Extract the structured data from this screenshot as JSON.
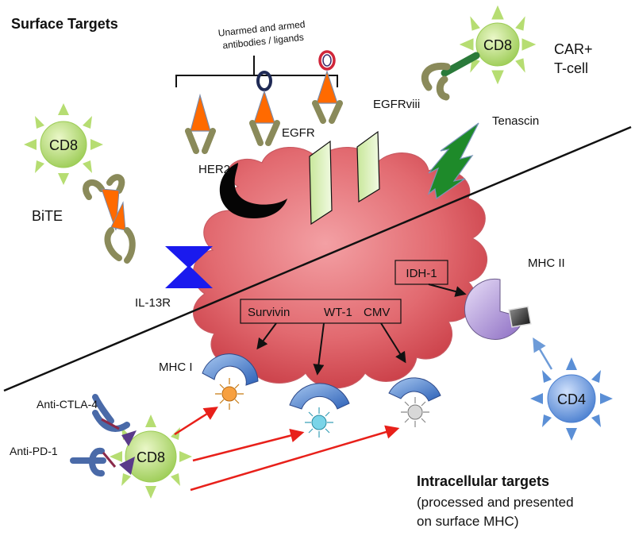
{
  "headings": {
    "surface": "Surface Targets",
    "intracellular": "Intracellular targets",
    "intracellular_sub_1": "(processed and presented",
    "intracellular_sub_2": "on surface MHC)"
  },
  "antibodies": {
    "bracket_label_1": "Unarmed and armed",
    "bracket_label_2": "antibodies / ligands"
  },
  "cells": {
    "cd8_top_right": "CD8",
    "car_label_1": "CAR+",
    "car_label_2": "T-cell",
    "cd8_left": "CD8",
    "cd8_bottom": "CD8",
    "cd4": "CD4"
  },
  "receptors": {
    "her2": "HER2",
    "egfr": "EGFR",
    "egfrviii": "EGFRviii",
    "tenascin": "Tenascin",
    "il13r": "IL-13R",
    "bite": "BiTE"
  },
  "mhc": {
    "mhc1": "MHC I",
    "mhc2": "MHC II"
  },
  "antigens": {
    "idh1": "IDH-1",
    "survivin": "Survivin",
    "wt1": "WT-1",
    "cmv": "CMV"
  },
  "checkpoint": {
    "anti_ctla4": "Anti-CTLA-4",
    "anti_pd1": "Anti-PD-1"
  },
  "colors": {
    "tumor": "#e0646a",
    "tcell": "#b6dd72",
    "cd4": "#5b8fd6",
    "orange": "#ff6a00",
    "receptor_green": "#d6eeaa",
    "tenascin": "#1e8a2a",
    "il13r": "#1a1aee",
    "arrow_red": "#e8201a"
  }
}
